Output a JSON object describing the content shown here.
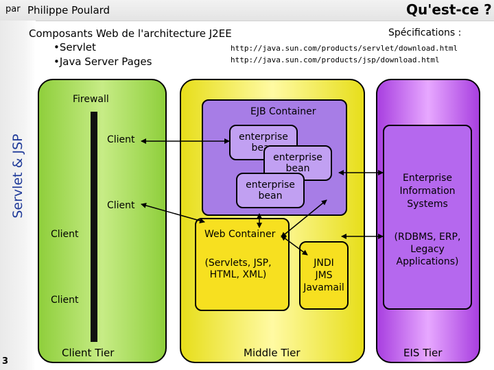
{
  "header": {
    "par": "par",
    "author": "Philippe Poulard",
    "section": "Qu'est-ce ?"
  },
  "sidebar": {
    "vertical_title": "Servlet & JSP",
    "page_number": "3"
  },
  "intro": {
    "title": "Composants Web de l'architecture J2EE",
    "items": [
      "•Servlet",
      "•Java Server Pages"
    ]
  },
  "specs": {
    "title": "Spécifications :",
    "urls": [
      "http://java.sun.com/products/servlet/download.html",
      "http://java.sun.com/products/jsp/download.html"
    ]
  },
  "diagram": {
    "firewall": "Firewall",
    "clients": [
      "Client",
      "Client",
      "Client",
      "Client"
    ],
    "ejb_container": "EJB Container",
    "beans": [
      "enterprise bean",
      "enterprise bean",
      "enterprise bean"
    ],
    "web_container": "Web Container",
    "web_container_desc": "(Servlets, JSP, HTML, XML)",
    "jndi": [
      "JNDI",
      "JMS",
      "Javamail"
    ],
    "eis_name": "Enterprise Information Systems",
    "eis_examples": "(RDBMS, ERP, Legacy Applications)",
    "tiers": [
      "Client Tier",
      "Middle Tier",
      "EIS Tier"
    ]
  },
  "colors": {
    "client_tier": "#8fcf3c",
    "middle_tier": "#e7de1a",
    "eis_tier": "#a83fe0",
    "ejb_container": "#a77de6",
    "vertical_title": "#1f3a99"
  }
}
